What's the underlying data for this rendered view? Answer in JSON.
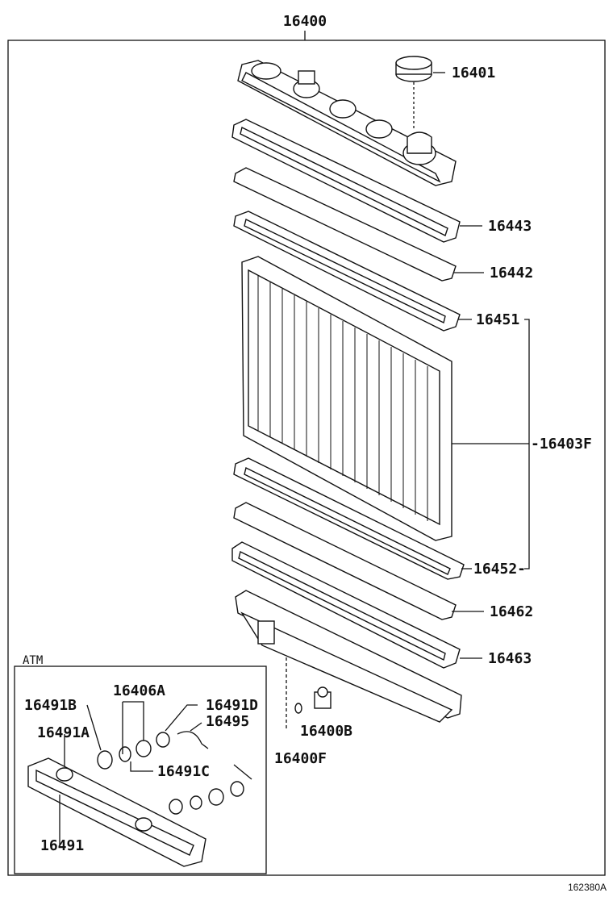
{
  "diagram": {
    "assembly_number": "16400",
    "reference_code": "162380A",
    "labels": {
      "cap": "16401",
      "upper_tank_gasket": "16443",
      "upper_o_ring": "16442",
      "upper_plate": "16451",
      "core_assembly": "-16403F",
      "lower_plate": "16452-",
      "lower_o_ring": "16462",
      "lower_tank": "16463",
      "drain_cock_plug": "16400B",
      "drain_cock": "16400F"
    },
    "inset": {
      "title": "ATM",
      "labels": {
        "washer_b": "16491B",
        "gasket_a": "16491A",
        "nut_a": "16406A",
        "washer_d": "16491D",
        "pipe": "16495",
        "washer_c": "16491C",
        "oil_cooler": "16491"
      }
    }
  }
}
